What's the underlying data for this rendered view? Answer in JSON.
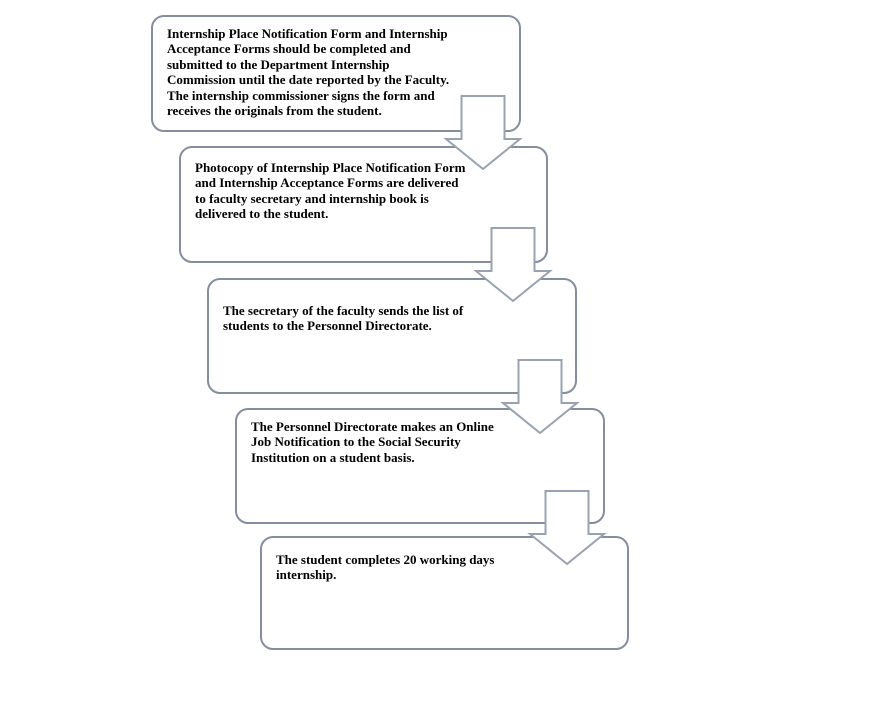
{
  "diagram": {
    "type": "flowchart-vertical-staggered",
    "steps": [
      {
        "id": 1,
        "text": "Internship Place Notification Form and Internship\nAcceptance Forms should be completed and\nsubmitted to the Department Internship\nCommission until the date reported by the Faculty.\nThe internship commissioner signs the form and\nreceives the originals from the student."
      },
      {
        "id": 2,
        "text": "Photocopy of Internship Place Notification Form\nand Internship Acceptance Forms are delivered\nto faculty secretary and internship book is\ndelivered to the student."
      },
      {
        "id": 3,
        "text": "The secretary of the faculty sends the list of\nstudents to the Personnel Directorate."
      },
      {
        "id": 4,
        "text": "The Personnel Directorate makes an Online\nJob Notification to the Social Security\nInstitution on a student basis."
      },
      {
        "id": 5,
        "text": "The student completes 20 working days\ninternship."
      }
    ],
    "connector_count": 4,
    "icons": {
      "connector": "down-block-arrow-icon"
    },
    "colors": {
      "box_border": "#858e9d",
      "arrow_border": "#98a2b0",
      "shape_fill": "#ffffff",
      "text": "#000000",
      "background": "#ffffff"
    }
  }
}
